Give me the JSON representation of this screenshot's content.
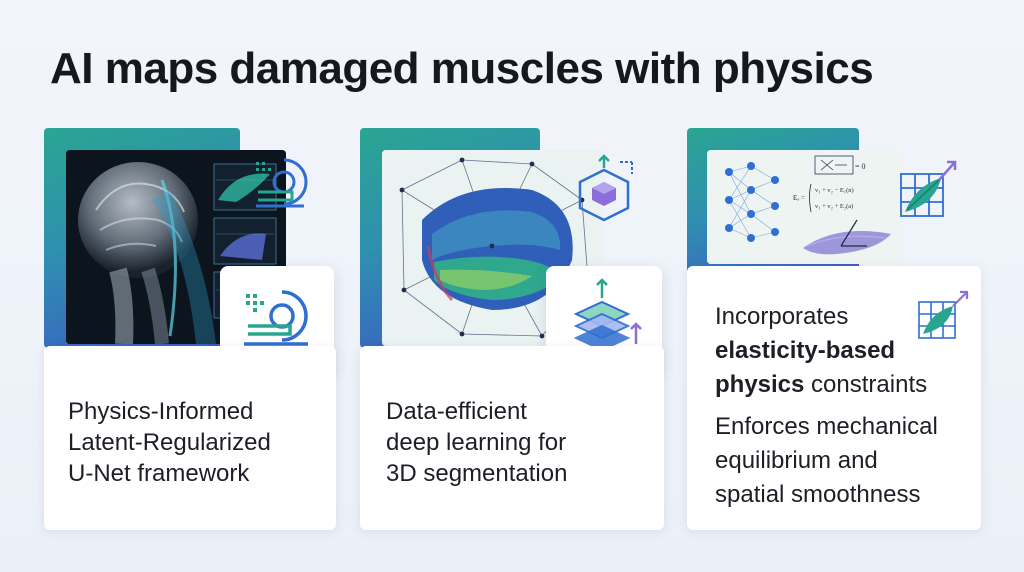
{
  "title": "AI maps damaged muscles with physics",
  "colors": {
    "accent_teal": "#2aa592",
    "accent_blue": "#3d56c9",
    "icon_blue": "#2f6fd1",
    "icon_teal": "#28a58f",
    "icon_purple": "#8a6fd8"
  },
  "panels": [
    {
      "caption_lines": [
        "Physics-Informed",
        "Latent-Regularized",
        "U-Net framework"
      ],
      "image": "mri-brain-scan-with-muscle-overlay",
      "icons": [
        "mri-scanner-icon",
        "mri-scanner-icon"
      ]
    },
    {
      "caption_lines": [
        "Data-efficient",
        "deep learning for",
        "3D segmentation"
      ],
      "image": "3d-muscle-mesh-network",
      "icons": [
        "3d-cube-icon",
        "layers-stack-icon"
      ]
    },
    {
      "caption1_pre": "Incorporates",
      "caption1_bold1": "elasticity-based",
      "caption1_bold2": "physics",
      "caption1_post": " constraints",
      "caption2_lines": [
        "Enforces mechanical",
        "equilibrium and",
        "spatial smoothness"
      ],
      "image": "neural-network-with-equations",
      "equations": [
        "= 0",
        "Eₒ =",
        "v₁ + v₂ − E₁(n)",
        "v₁ + v₂ + E₂(a)"
      ],
      "icons": [
        "muscle-grid-icon",
        "muscle-grid-icon"
      ]
    }
  ]
}
